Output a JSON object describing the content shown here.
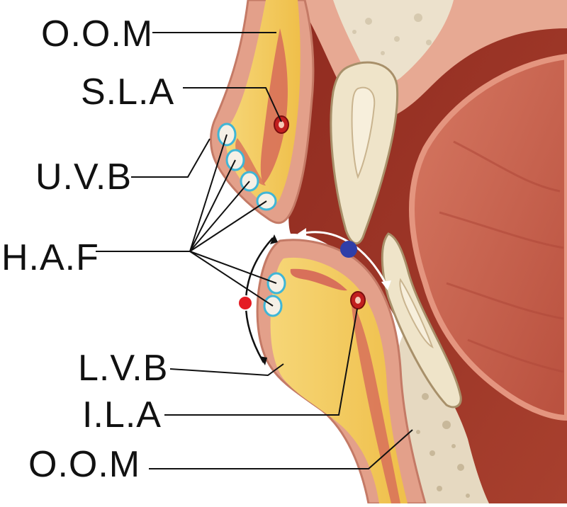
{
  "labels": {
    "oom_top": "O.O.M",
    "sla": "S.L.A",
    "uvb": "U.V.B",
    "haf": "H.A.F",
    "lvb": "L.V.B",
    "ila": "I.L.A",
    "oom_bottom": "O.O.M"
  },
  "colors": {
    "lip_skin": "#e3a08a",
    "mucosa_red": "#a83a2b",
    "fat_yellow": "#f2c95a",
    "muscle": "#d8705a",
    "tooth": "#eadfc6",
    "bone": "#e8dcc8",
    "tongue": "#c9604d",
    "gland_outline": "#3fb6d6",
    "marker_red": "#e41b23",
    "marker_blue": "#2f3ea8"
  }
}
